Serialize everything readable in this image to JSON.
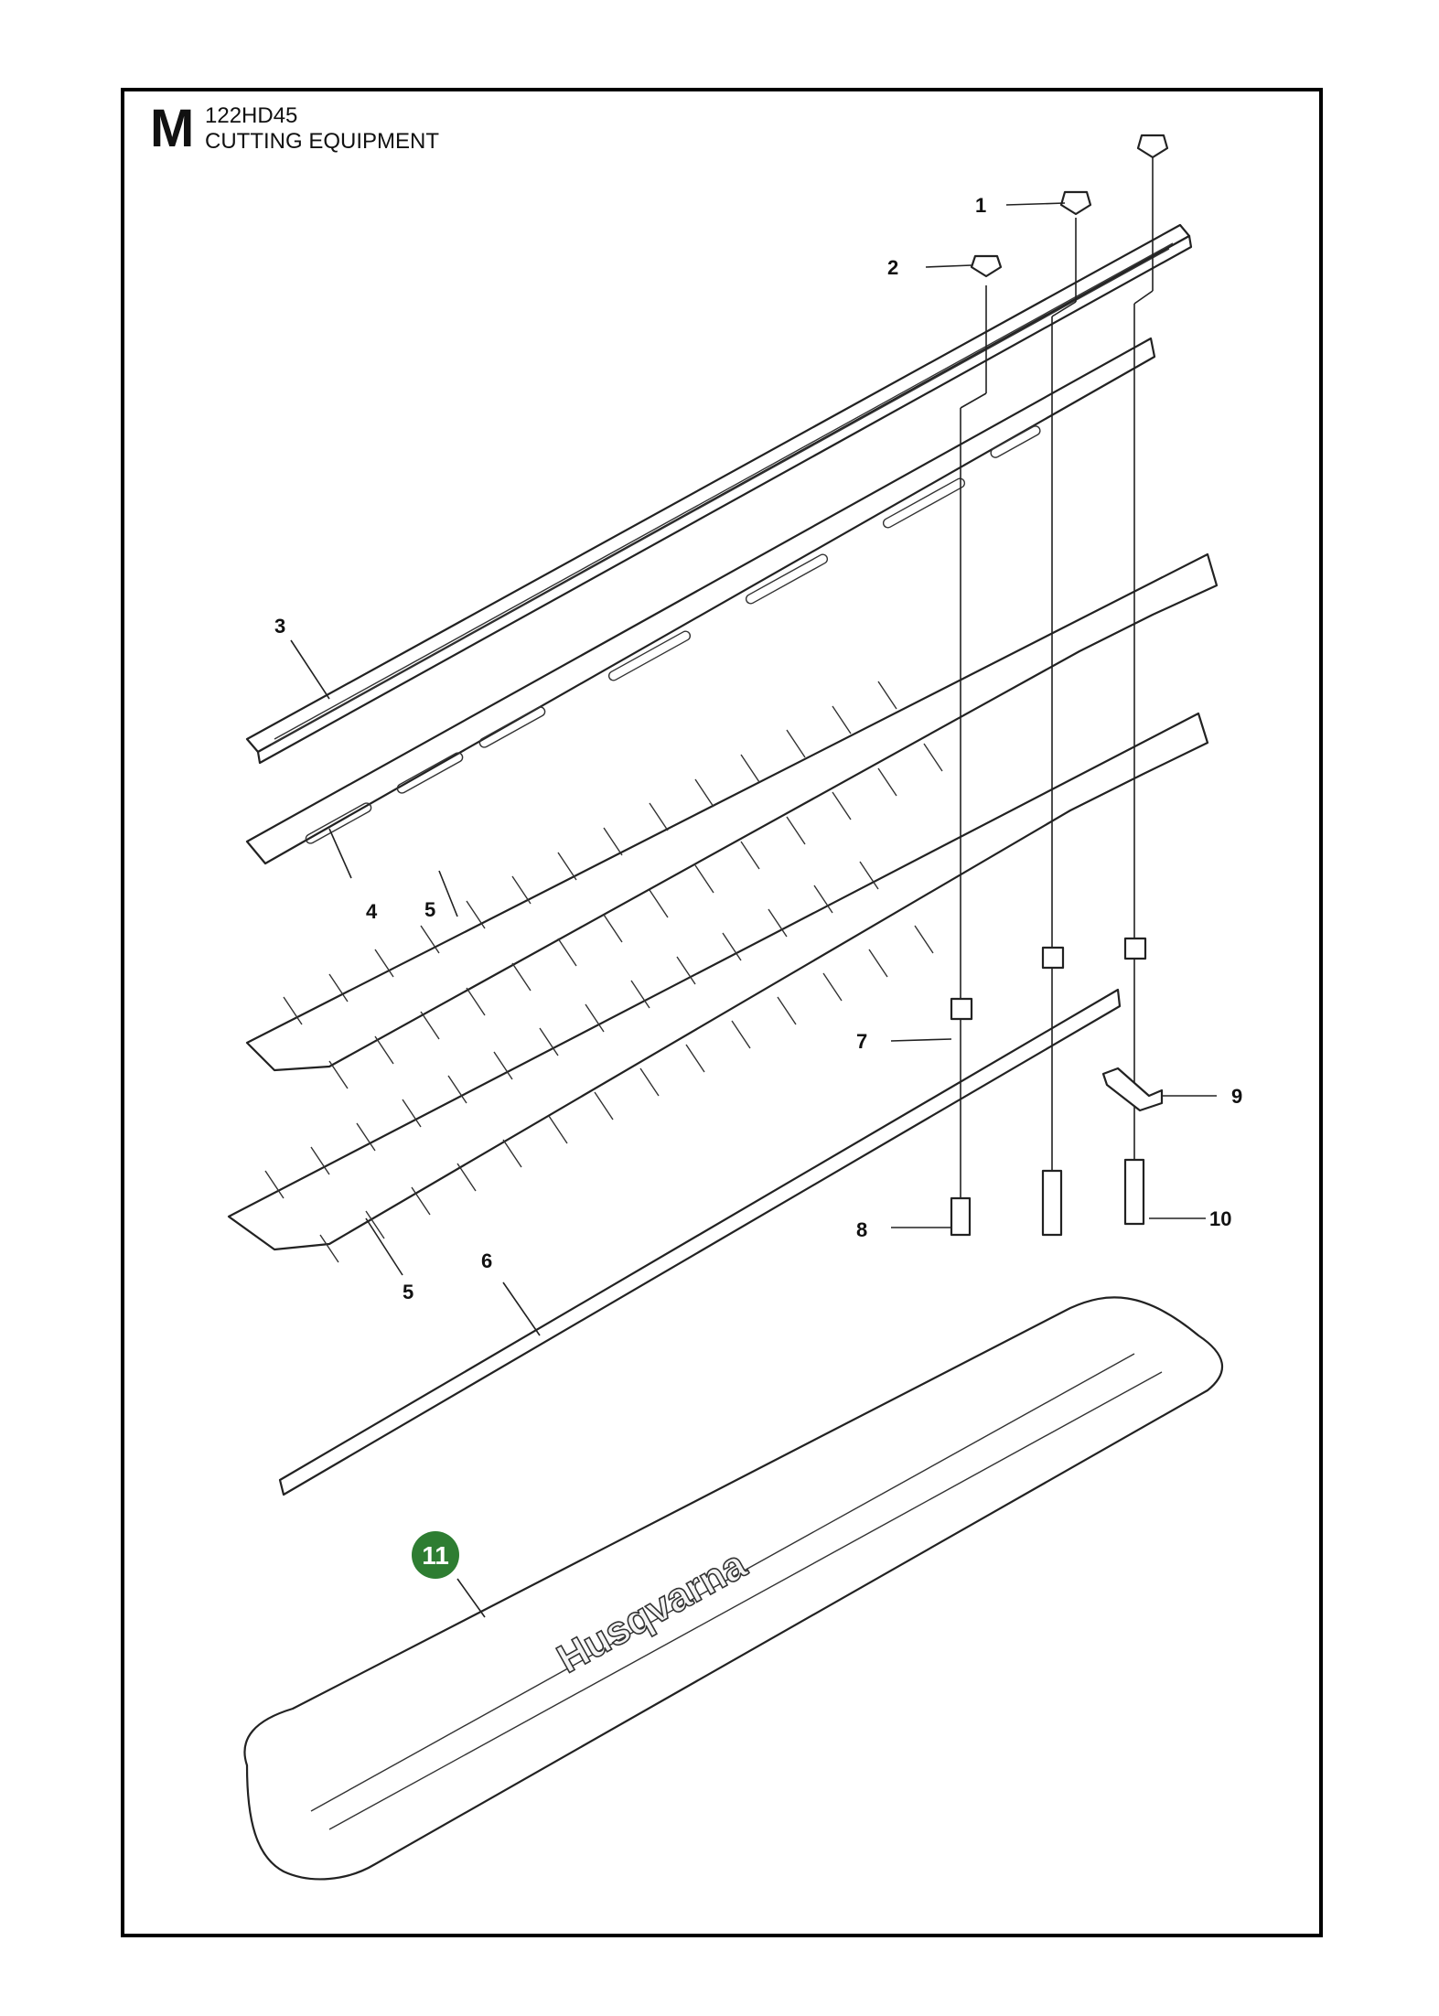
{
  "header": {
    "section_letter": "M",
    "model": "122HD45",
    "section_title": "CUTTING EQUIPMENT"
  },
  "callouts": {
    "c1": "1",
    "c2": "2",
    "c3": "3",
    "c4": "4",
    "c5a": "5",
    "c5b": "5",
    "c6": "6",
    "c7": "7",
    "c8": "8",
    "c9": "9",
    "c10": "10",
    "c11": "11"
  },
  "brand_text": "Husqvarna",
  "colors": {
    "highlight": "#2e7d32",
    "line": "#222222"
  }
}
